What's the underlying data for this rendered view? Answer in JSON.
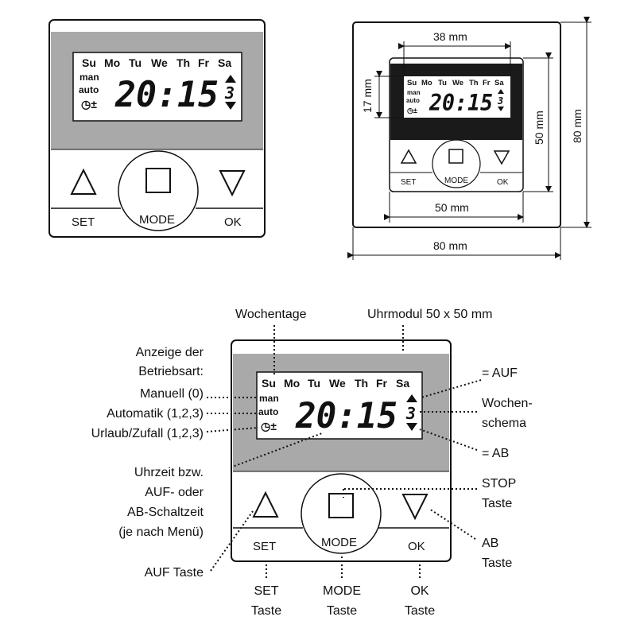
{
  "display": {
    "days": [
      "Su",
      "Mo",
      "Tu",
      "We",
      "Th",
      "Fr",
      "Sa"
    ],
    "mode_man": "man",
    "mode_auto": "auto",
    "clock_symbol": "◷±",
    "time": "20:15",
    "schema_digit": "3"
  },
  "buttons": {
    "set_label": "SET",
    "mode_label": "MODE",
    "ok_label": "OK"
  },
  "dimensions": {
    "inner_width": "38 mm",
    "inner_height": "17 mm",
    "module_height": "50 mm",
    "module_width": "50 mm",
    "frame_height": "80 mm",
    "frame_width": "80 mm"
  },
  "annotations": {
    "wochentage": "Wochentage",
    "uhrmodul": "Uhrmodul 50 x 50 mm",
    "anzeige_1": "Anzeige der",
    "anzeige_2": "Betriebsart:",
    "manuell": "Manuell (0)",
    "automatik": "Automatik (1,2,3)",
    "urlaub": "Urlaub/Zufall (1,2,3)",
    "uhrzeit_1": "Uhrzeit bzw.",
    "uhrzeit_2": "AUF- oder",
    "uhrzeit_3": "AB-Schaltzeit",
    "uhrzeit_4": "(je nach Menü)",
    "auf_taste": "AUF Taste",
    "eq_auf": "= AUF",
    "wochen_1": "Wochen-",
    "wochen_2": "schema",
    "eq_ab": "= AB",
    "stop_1": "STOP",
    "stop_2": "Taste",
    "ab_1": "AB",
    "ab_2": "Taste",
    "set_1": "SET",
    "set_2": "Taste",
    "mode_1": "MODE",
    "mode_2": "Taste",
    "ok_1": "OK",
    "ok_2": "Taste"
  },
  "colors": {
    "panel_gray": "#a9a9a9",
    "lcd_white": "#ffffff",
    "dark_band": "#1a1a1a",
    "outline": "#111111"
  }
}
